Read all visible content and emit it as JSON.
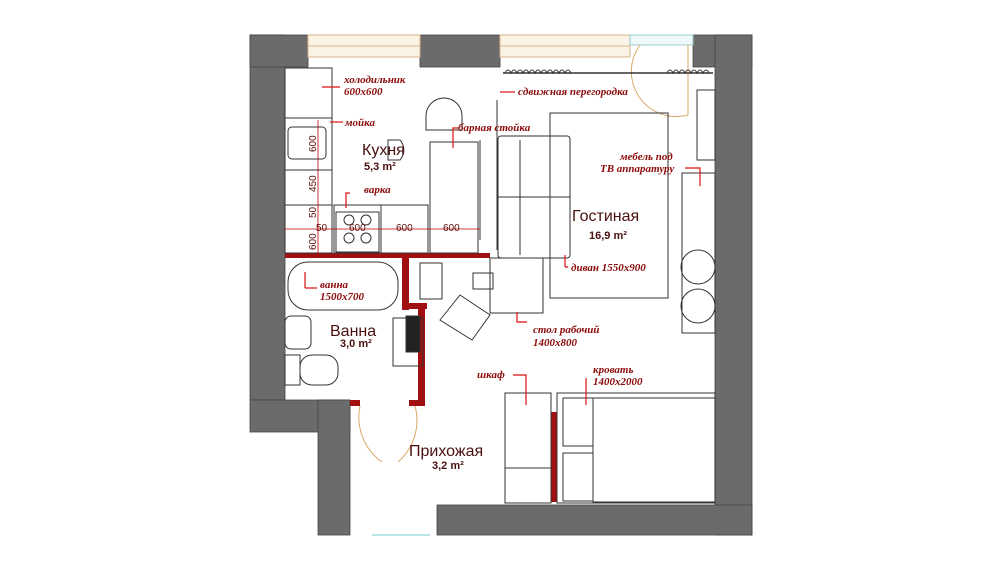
{
  "rooms": {
    "kitchen": {
      "name": "Кухня",
      "area": "5,3 m²"
    },
    "living": {
      "name": "Гостиная",
      "area": "16,9 m²"
    },
    "bath": {
      "name": "Ванна",
      "area": "3,0 m²"
    },
    "hall": {
      "name": "Прихожая",
      "area": "3,2 m²"
    }
  },
  "notes": {
    "fridge": [
      "холодильник",
      "600х600"
    ],
    "sink": "мойка",
    "bar": "барная стойка",
    "hob": "варка",
    "partition": "сдвижная перегородка",
    "tv": [
      "мебель под",
      "ТВ аппаратуру"
    ],
    "sofa": "диван 1550х900",
    "bathtub": [
      "ванна",
      "1500х700"
    ],
    "desk": [
      "стол рабочий",
      "1400х800"
    ],
    "wardrobe": "шкаф",
    "bed": [
      "кровать",
      "1400х2000"
    ]
  },
  "dimensions": {
    "vertical": [
      "600",
      "450",
      "50",
      "600"
    ],
    "horizontal": [
      "50",
      "600",
      "600",
      "600"
    ]
  },
  "colors": {
    "wall": "#6b6b6b",
    "partition": "#a01010",
    "label": "#8b0a0a"
  }
}
